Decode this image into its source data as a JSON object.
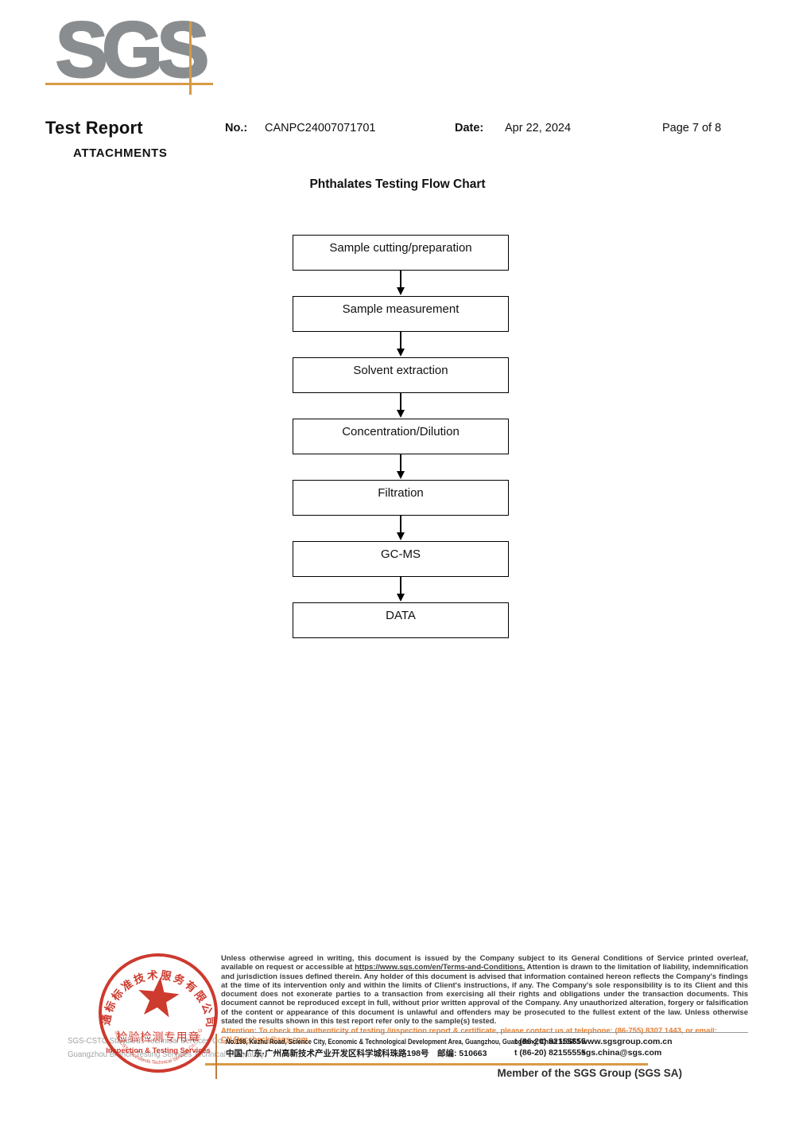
{
  "header": {
    "brand": "SGS",
    "title": "Test Report",
    "subtitle": "ATTACHMENTS",
    "no_label": "No.:",
    "no_value": "CANPC24007071701",
    "date_label": "Date:",
    "date_value": "Apr 22, 2024",
    "page_label": "Page 7 of 8"
  },
  "flowchart": {
    "title": "Phthalates Testing Flow Chart",
    "steps": [
      "Sample cutting/preparation",
      "Sample measurement",
      "Solvent extraction",
      "Concentration/Dilution",
      "Filtration",
      "GC-MS",
      "DATA"
    ]
  },
  "footer": {
    "stamp": {
      "ring_text_cn": "通标标准技术服务有限公司广州分公司",
      "ring_text_en": "SGS-CSTC Standards Technical Services Co., Ltd. Guangzhou Branch",
      "center_cn": "检验检测专用章",
      "center_en": "Inspection & Testing Services"
    },
    "company_line1": "SGS-CSTC Standards Technical Services Co., Ltd.",
    "company_line2": "Guangzhou Branch Testing Services Technical Laboratory.",
    "legal_part1": "Unless otherwise agreed in writing, this document is issued by the Company subject to its General Conditions of Service printed overleaf, available on request or accessible at ",
    "legal_url": "https://www.sgs.com/en/Terms-and-Conditions.",
    "legal_part2": " Attention is drawn to the limitation of liability, indemnification and jurisdiction issues defined therein. Any holder of this document is advised that information contained hereon reflects the Company's findings at the time of its intervention only and within the limits of Client's instructions, if any. The Company's sole responsibility is to its Client and this document does not exonerate parties to a transaction from exercising all their rights and obligations under the transaction documents. This document cannot be reproduced except in full, without prior written approval of the Company. Any unauthorized alteration, forgery or falsification of the content or appearance of this document is unlawful and offenders may be prosecuted to the fullest extent of the law. Unless otherwise stated the results shown in this test report refer only to the sample(s) tested.",
    "attention_part1": "Attention: To check the authenticity of testing /inspection report & certificate, please contact us at telephone: (86-755) 8307 1443, or email: ",
    "attention_email": "CN.Doccheck@sgs.com",
    "address_en": "No.198, Kezhu Road, Science City, Economic & Technological Development Area, Guangzhou, Guangdong, China 510663",
    "address_cn": "中国·广东·广州高新技术产业开发区科学城科珠路198号　邮编: 510663",
    "tel1": "t (86-20) 82155555",
    "tel2": "t (86-20) 82155555",
    "website": "www.sgsgroup.com.cn",
    "email": "sgs.china@sgs.com",
    "member_text": "Member of the SGS Group (SGS SA)"
  },
  "colors": {
    "logo_gray": "#8a8d8f",
    "crosshair_orange": "#d79a45",
    "stamp_red": "#c9291c",
    "attention_orange": "#e67e30"
  }
}
